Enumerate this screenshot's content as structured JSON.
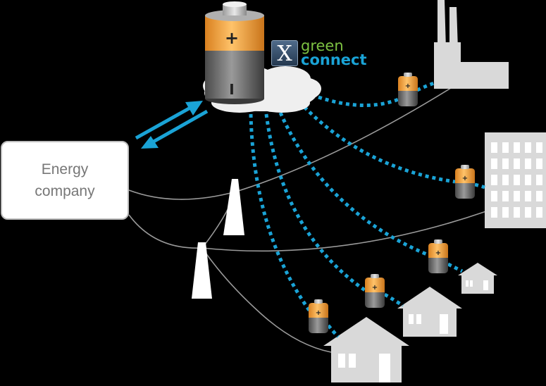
{
  "energy_company": {
    "line1": "Energy",
    "line2": "company"
  },
  "logo": {
    "mark": "X",
    "word1": "green",
    "word2": "connect",
    "color_green": "#7dc242",
    "color_blue": "#1aa3d6"
  },
  "main_battery": {
    "plus_sign": "+",
    "minus_sign": "I"
  },
  "small_batteries": [
    {
      "label": "+"
    },
    {
      "label": "+"
    },
    {
      "label": "+"
    },
    {
      "label": "+"
    },
    {
      "label": "+"
    }
  ],
  "colors": {
    "link_dotted": "#1aa3d6",
    "arrow": "#1aa3d6",
    "wire": "#9a9a9a",
    "building": "#d9d9d9",
    "battery_orange": "#f7a540",
    "battery_gray": "#666666"
  }
}
